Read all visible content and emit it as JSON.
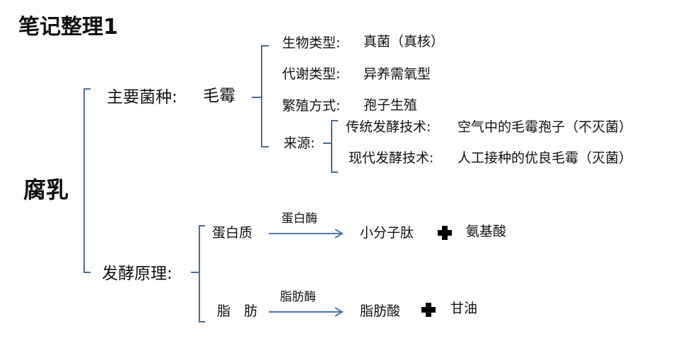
{
  "title": "笔记整理1",
  "root": "腐乳",
  "branch1": {
    "label": "主要菌种:",
    "node": "毛霉",
    "items": [
      {
        "key": "生物类型:",
        "value": "真菌（真核）"
      },
      {
        "key": "代谢类型:",
        "value": "异养需氧型"
      },
      {
        "key": "繁殖方式:",
        "value": "孢子生殖"
      }
    ],
    "source": {
      "key": "来源:",
      "items": [
        {
          "key": "传统发酵技术:",
          "value": "空气中的毛霉孢子（不灭菌）"
        },
        {
          "key": "现代发酵技术:",
          "value": "人工接种的优良毛霉（灭菌）"
        }
      ]
    }
  },
  "branch2": {
    "label": "发酵原理:",
    "reactions": [
      {
        "substrate": "蛋白质",
        "enzyme": "蛋白酶",
        "product1": "小分子肽",
        "product2": "氨基酸"
      },
      {
        "substrate": "脂　肪",
        "enzyme": "脂肪酶",
        "product1": "脂肪酸",
        "product2": "甘油"
      }
    ]
  },
  "colors": {
    "bracket": "#4f6b9a",
    "arrow": "#4a76b8",
    "text": "#111111"
  }
}
